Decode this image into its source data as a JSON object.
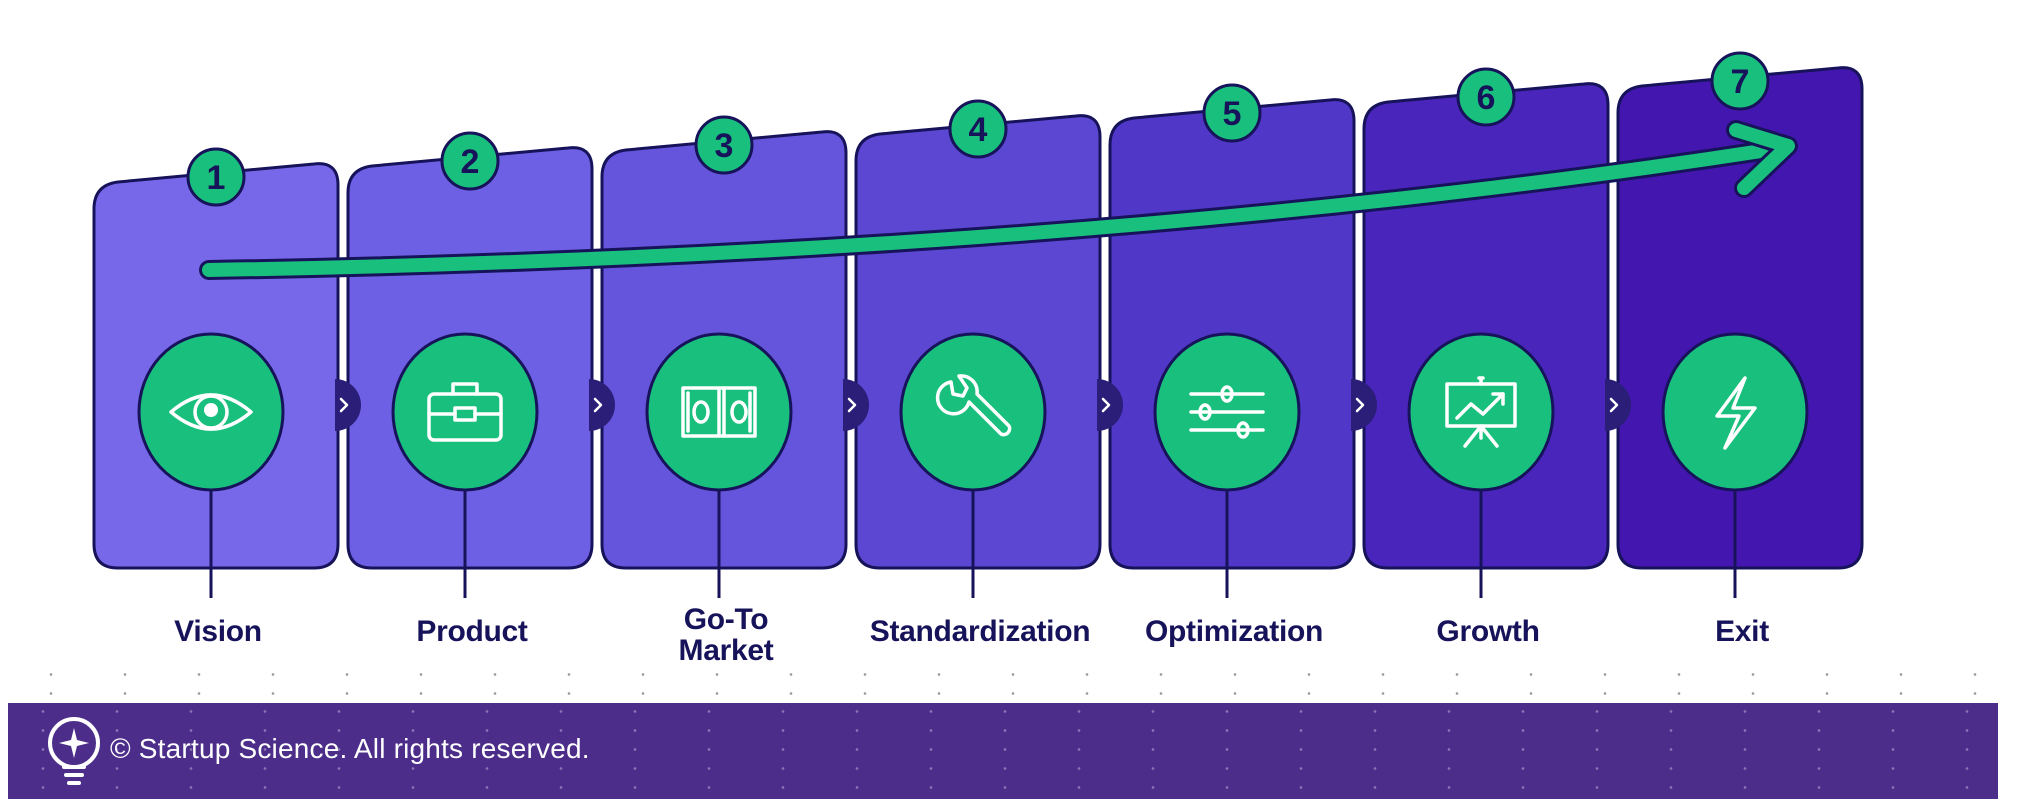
{
  "diagram": {
    "stages": [
      {
        "number": "1",
        "label": "Vision",
        "icon": "eye-icon",
        "color": "#7768ea"
      },
      {
        "number": "2",
        "label": "Product",
        "icon": "toolbox-icon",
        "color": "#6e60e4"
      },
      {
        "number": "3",
        "label": "Go-To Market",
        "label_lines": [
          "Go-To",
          "Market"
        ],
        "icon": "money-icon",
        "color": "#6455dc"
      },
      {
        "number": "4",
        "label": "Standardization",
        "icon": "wrench-icon",
        "color": "#5b47d2"
      },
      {
        "number": "5",
        "label": "Optimization",
        "icon": "sliders-icon",
        "color": "#5137c7"
      },
      {
        "number": "6",
        "label": "Growth",
        "icon": "growth-chart-icon",
        "color": "#4925bc"
      },
      {
        "number": "7",
        "label": "Exit",
        "icon": "lightning-icon",
        "color": "#4416b0"
      }
    ],
    "arrow_color": "#19c07d",
    "accent_color": "#19c07d",
    "outline_color": "#17135a"
  },
  "footer": {
    "copyright": "© Startup Science. All rights reserved.",
    "logo_icon": "lightbulb-logo-icon",
    "background_color": "#4c2e8a"
  }
}
